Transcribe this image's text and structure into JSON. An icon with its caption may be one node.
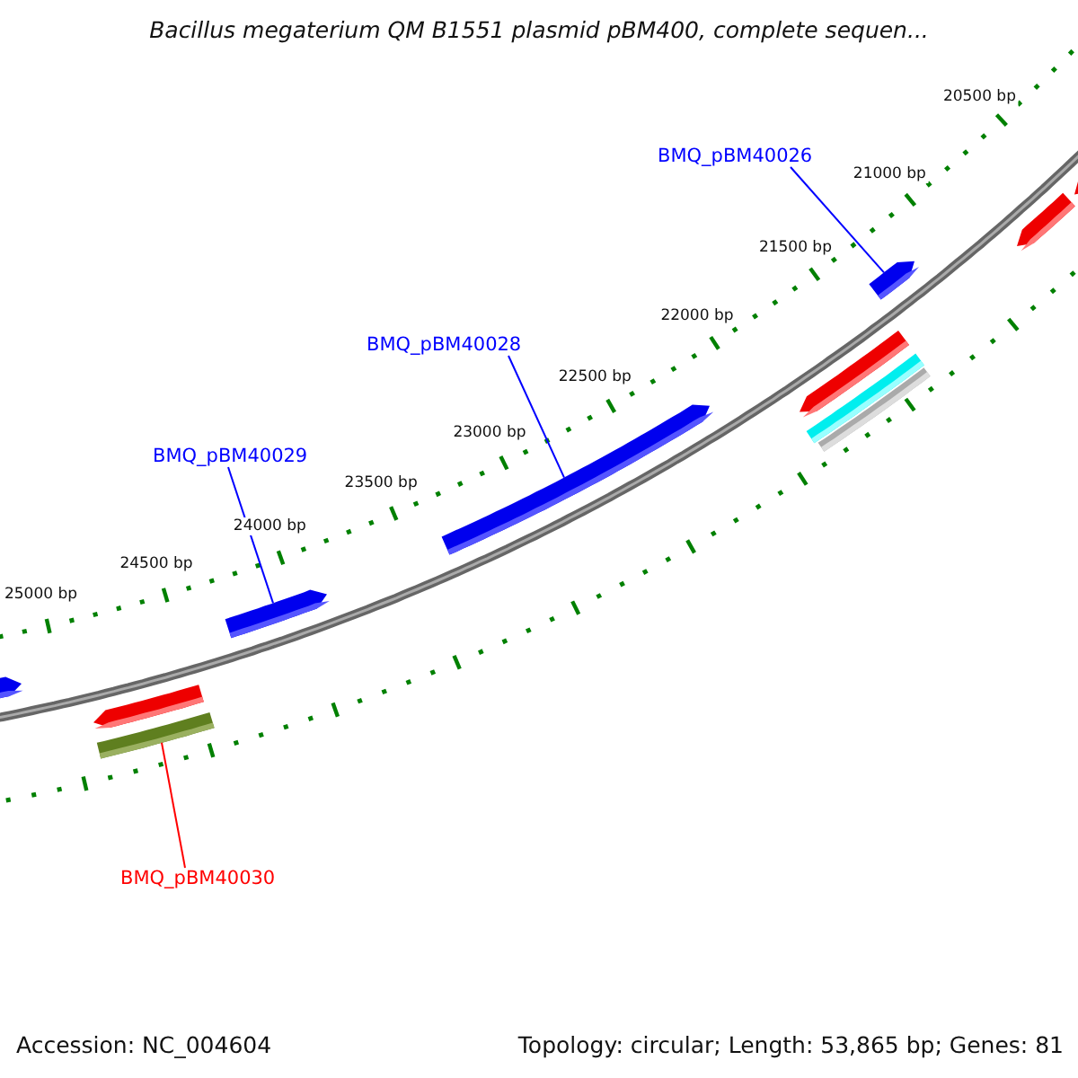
{
  "diagram": {
    "title": "Bacillus megaterium QM B1551 plasmid pBM400, complete sequen...",
    "nodes": [
      {
        "text": [
          "BMQ_pBM40026"
        ]
      },
      {
        "text": [],
        "shape": "arrow"
      },
      {
        "text": [
          "BMQ_pBM40028"
        ]
      },
      {
        "text": [],
        "shape": "arrow"
      },
      {
        "text": [
          "BMQ_pBM40029"
        ]
      },
      {
        "text": [],
        "shape": "arrow"
      },
      {
        "text": [
          "BMQ_pBM40030"
        ]
      },
      {
        "text": [],
        "shape": "bar"
      }
    ],
    "edges": [
      {
        "from": 0,
        "to": 1,
        "arrow": "none"
      },
      {
        "from": 2,
        "to": 3,
        "arrow": "none"
      },
      {
        "from": 4,
        "to": 5,
        "arrow": "none"
      },
      {
        "from": 6,
        "to": 7,
        "arrow": "none",
        "color": "#ff0000"
      }
    ],
    "labels": [
      "20500 bp",
      "21000 bp",
      "21500 bp",
      "22000 bp",
      "22500 bp",
      "23000 bp",
      "23500 bp",
      "24000 bp",
      "24500 bp",
      "25000 bp",
      "Accession: NC_004604",
      "Topology: circular; Length: 53,865 bp; Genes: 81"
    ]
  }
}
